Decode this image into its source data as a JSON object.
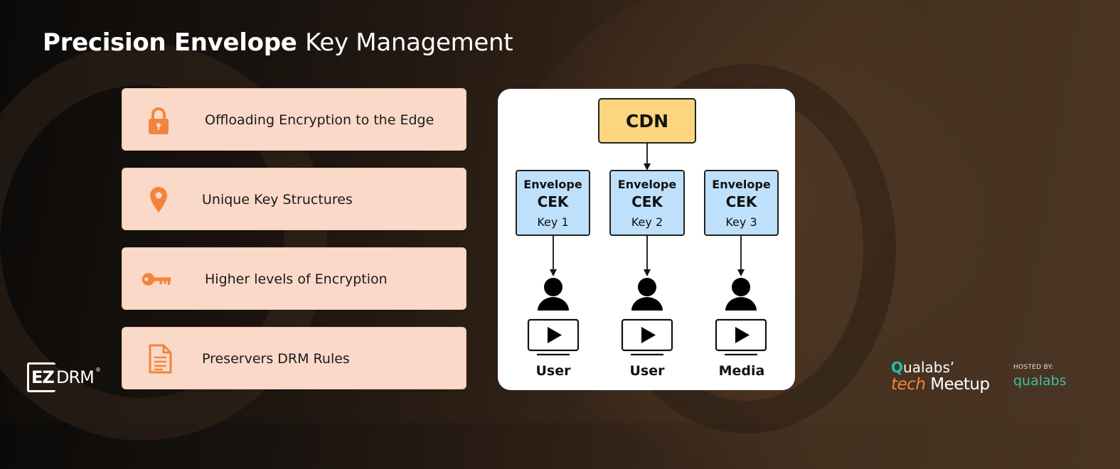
{
  "title": {
    "bold": "Precision Envelope",
    "light": "Key Management"
  },
  "features": [
    {
      "icon": "lock-icon",
      "label": "Offloading Encryption to the Edge"
    },
    {
      "icon": "location-pin-icon",
      "label": "Unique Key Structures"
    },
    {
      "icon": "key-icon",
      "label": "Higher levels of Encryption"
    },
    {
      "icon": "document-icon",
      "label": "Preservers DRM Rules"
    }
  ],
  "diagram": {
    "cdn": "CDN",
    "envelopes": [
      {
        "line1": "Envelope",
        "line2": "CEK",
        "line3": "Key 1",
        "consumer": "User"
      },
      {
        "line1": "Envelope",
        "line2": "CEK",
        "line3": "Key 2",
        "consumer": "User"
      },
      {
        "line1": "Envelope",
        "line2": "CEK",
        "line3": "Key 3",
        "consumer": "Media"
      }
    ]
  },
  "logos": {
    "ezdrm": {
      "ez": "EZ",
      "drm": "DRM",
      "reg": "®"
    },
    "meetup": {
      "q": "Q",
      "line1_rest": "ualabs’",
      "tech": "tech",
      "meetup": "Meetup"
    },
    "hosted_by": "HOSTED BY:",
    "qualabs": "qualabs"
  },
  "colors": {
    "accent_orange": "#f2853d",
    "card_bg": "#fbd9c9",
    "cdn_fill": "#fcd57e",
    "envelope_fill": "#bfe0fb",
    "brand_teal": "#1fc2ab"
  }
}
